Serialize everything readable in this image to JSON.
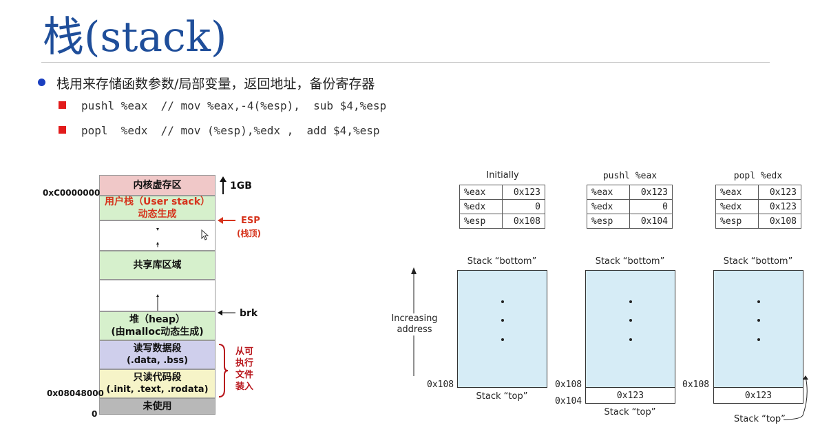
{
  "slide": {
    "title": "栈(stack)",
    "bullet": "栈用来存储函数参数/局部变量，返回地址，备份寄存器",
    "sub_items": [
      "pushl %eax  // mov %eax,-4(%esp),  sub $4,%esp",
      "popl  %edx  // mov (%esp),%edx ,  add $4,%esp"
    ]
  },
  "memory_map": {
    "segments": [
      {
        "label": "内核虚存区",
        "color": "#f0c8c8"
      },
      {
        "label": "用户栈（User stack）",
        "label2": "动态生成",
        "color": "#d6f0cc"
      },
      {
        "label": "",
        "color": "#ffffff"
      },
      {
        "label": "共享库区域",
        "color": "#d6f0cc"
      },
      {
        "label": "",
        "color": "#ffffff"
      },
      {
        "label": "堆（heap）",
        "label2": "(由malloc动态生成)",
        "color": "#d6f0cc"
      },
      {
        "label": "读写数据段",
        "label2": "(.data, .bss)",
        "color": "#cfcfec"
      },
      {
        "label": "只读代码段",
        "label2": "(.init, .text, .rodata)",
        "color": "#f6f4c8"
      },
      {
        "label": "未使用",
        "color": "#b8b8b8"
      }
    ],
    "addresses": {
      "kernel": "0xC0000000",
      "text": "0x08048000",
      "zero": "0"
    },
    "gb_label": "1GB",
    "esp_label": "ESP",
    "esp_sub": "(栈顶)",
    "brk_label": "brk",
    "file_label": [
      "从可",
      "执行",
      "文件",
      "装入"
    ]
  },
  "stack_diagram": {
    "panels": [
      {
        "caption": "Initially",
        "rows": [
          [
            "%eax",
            "0x123"
          ],
          [
            "%edx",
            "0"
          ],
          [
            "%esp",
            "0x108"
          ]
        ],
        "top_value": ""
      },
      {
        "caption": "pushl %eax",
        "rows": [
          [
            "%eax",
            "0x123"
          ],
          [
            "%edx",
            "0"
          ],
          [
            "%esp",
            "0x104"
          ]
        ],
        "top_value": "0x123"
      },
      {
        "caption": "popl %edx",
        "rows": [
          [
            "%eax",
            "0x123"
          ],
          [
            "%edx",
            "0x123"
          ],
          [
            "%esp",
            "0x108"
          ]
        ],
        "top_value": "0x123"
      }
    ],
    "bottom_label": "Stack “bottom”",
    "top_label": "Stack “top”",
    "axis_label_1": "Increasing",
    "axis_label_2": "address",
    "addr_108": "0x108",
    "addr_104": "0x104"
  }
}
